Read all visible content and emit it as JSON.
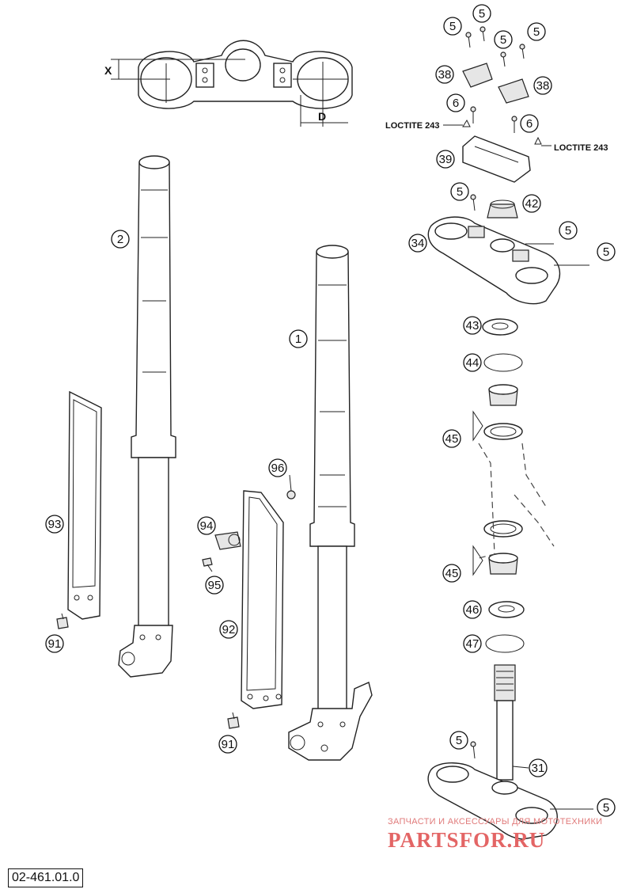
{
  "diagram": {
    "document_number": "02-461.01.0",
    "dimension_labels": {
      "x": "X",
      "d": "D"
    },
    "notes": {
      "loctite_left": "LOCTITE 243",
      "loctite_right": "LOCTITE 243"
    },
    "callouts": [
      "5",
      "5",
      "5",
      "5",
      "38",
      "38",
      "6",
      "6",
      "39",
      "5",
      "42",
      "34",
      "5",
      "5",
      "43",
      "44",
      "45",
      "45",
      "46",
      "47",
      "5",
      "31",
      "5",
      "2",
      "1",
      "93",
      "91",
      "96",
      "94",
      "95",
      "92",
      "91"
    ],
    "watermark": {
      "line1": "ЗАПЧАСТИ И АКСЕССУАРЫ ДЛЯ МОТОТЕХНИКИ",
      "line2": "PARTSFOR.RU"
    }
  }
}
